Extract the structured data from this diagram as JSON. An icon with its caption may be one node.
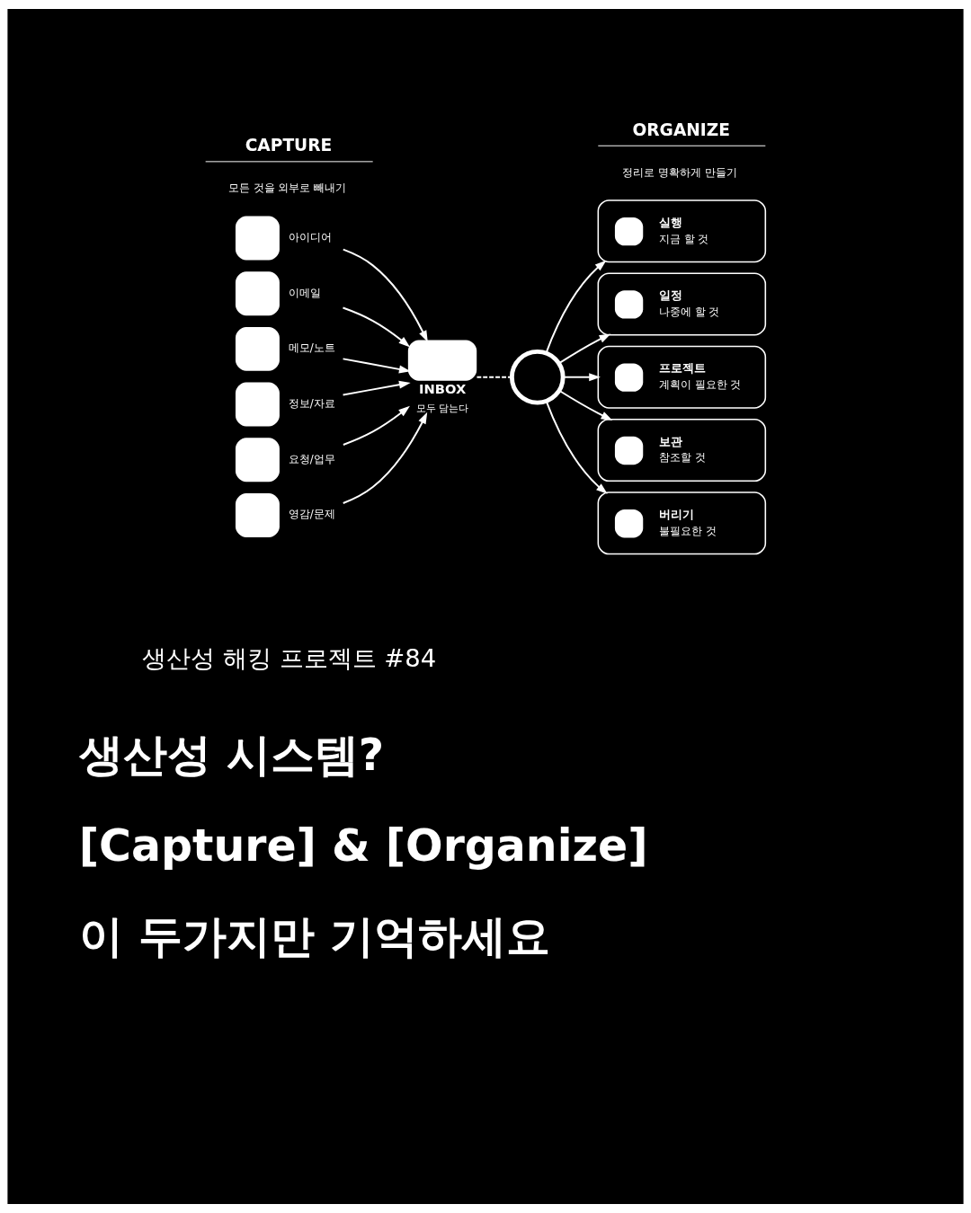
{
  "diagram": {
    "title": "생산성 시스템? [Capture] & [Organize] 이 두가지만 기억하세요",
    "nodes": [
      {
        "text": [
          "아이디어"
        ]
      },
      {
        "text": [
          "이메일"
        ]
      },
      {
        "text": [
          "메모/노트"
        ]
      },
      {
        "text": [
          "정보/자료"
        ]
      },
      {
        "text": [
          "요청/업무"
        ]
      },
      {
        "text": [
          "영감/문제"
        ]
      },
      {
        "text": [
          "INBOX",
          "모두 담는다"
        ]
      },
      {
        "text": [],
        "shape": "circle"
      },
      {
        "text": [
          "실행",
          "지금 할 것"
        ]
      },
      {
        "text": [
          "일정",
          "나중에 할 것"
        ]
      },
      {
        "text": [
          "프로젝트",
          "계획이 필요한 것"
        ]
      },
      {
        "text": [
          "보관",
          "참조할 것"
        ]
      },
      {
        "text": [
          "버리기",
          "불필요한 것"
        ]
      }
    ],
    "edges": [
      {
        "from": 0,
        "to": 6,
        "arrow": "to"
      },
      {
        "from": 1,
        "to": 6,
        "arrow": "to"
      },
      {
        "from": 2,
        "to": 6,
        "arrow": "to"
      },
      {
        "from": 3,
        "to": 6,
        "arrow": "to"
      },
      {
        "from": 4,
        "to": 6,
        "arrow": "to"
      },
      {
        "from": 5,
        "to": 6,
        "arrow": "to"
      },
      {
        "from": 6,
        "to": 7,
        "arrow": "none",
        "style": "dashed"
      },
      {
        "from": 7,
        "to": 8,
        "arrow": "to"
      },
      {
        "from": 7,
        "to": 9,
        "arrow": "to"
      },
      {
        "from": 7,
        "to": 10,
        "arrow": "to"
      },
      {
        "from": 7,
        "to": 11,
        "arrow": "to"
      },
      {
        "from": 7,
        "to": 12,
        "arrow": "to"
      }
    ],
    "labels": [
      "CAPTURE",
      "모든 것을 외부로 빼내기",
      "ORGANIZE",
      "정리로 명확하게 만들기",
      "생산성 해킹 프로젝트 #84"
    ]
  }
}
